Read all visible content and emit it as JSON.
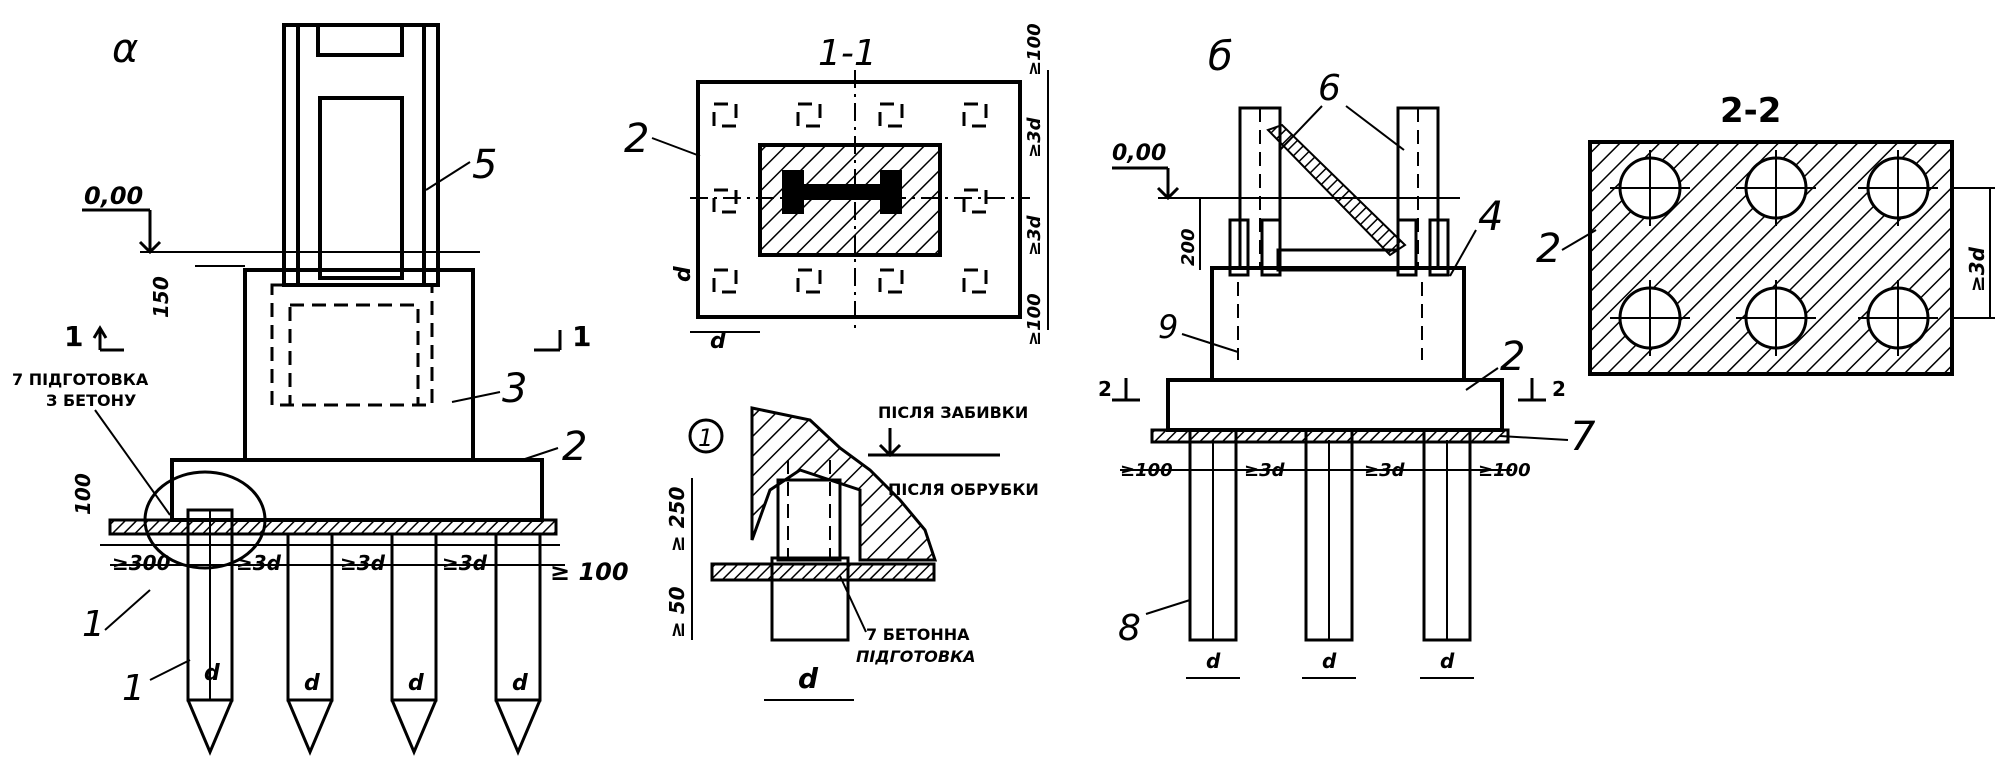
{
  "figure_a": {
    "letter": "α",
    "level": "0,00",
    "dim_150": "150",
    "dim_100": "100",
    "dim_ge300": "≥300",
    "dim_ge3d": "≥3d",
    "dim_ge100": "≥ 100",
    "section_mark": "1",
    "bed_note_line1": "7 ПІДГОТОВКА",
    "bed_note_line2": "З БЕТОНУ",
    "pile_d": "d",
    "labels": {
      "n1": "1",
      "n2": "2",
      "n3": "3",
      "n5": "5"
    }
  },
  "section_1_1": {
    "title": "1-1",
    "label_2": "2",
    "dim_d": "d",
    "dim_ge100_top": "≥100",
    "dim_ge3d": "≥3d",
    "dim_ge100_bottom": "≥100"
  },
  "detail_1": {
    "marker": "1",
    "after_driving": "ПІСЛЯ ЗАБИВКИ",
    "after_cutting": "ПІСЛЯ ОБРУБКИ",
    "dim_ge250": "≥ 250",
    "dim_ge50": "≥ 50",
    "dim_d": "d",
    "concrete_bed_line1": "7 БЕТОННА",
    "concrete_bed_line2": "ПІДГОТОВКА"
  },
  "figure_b": {
    "letter": "б",
    "level": "0,00",
    "dim_200": "200",
    "dim_ge100": "≥100",
    "dim_ge3d": "≥3d",
    "section_mark": "2",
    "pile_d": "d",
    "labels": {
      "n2": "2",
      "n4": "4",
      "n6": "6",
      "n7": "7",
      "n8": "8",
      "n9": "9"
    }
  },
  "section_2_2": {
    "title": "2-2",
    "label_2": "2",
    "dim_ge3d": "≥3d"
  }
}
